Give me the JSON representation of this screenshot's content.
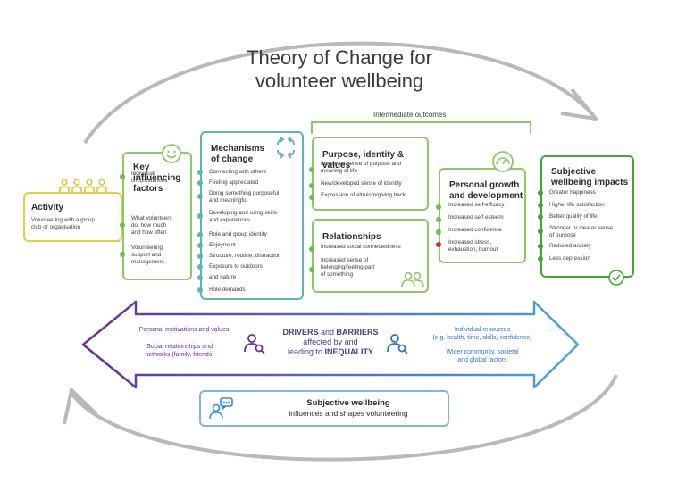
{
  "title": {
    "line1": "Theory of Change for",
    "line2": "volunteer wellbeing"
  },
  "intermediate_label": "Intermediate outcomes",
  "activity": {
    "title": "Activity",
    "text": [
      "Volunteering with a group,",
      "club or organisation"
    ]
  },
  "key_factors": {
    "title": [
      "Key",
      "influencing",
      "factors"
    ],
    "items": [
      [
        "Individual",
        "circumstances"
      ],
      [
        "What volunteers",
        "do, how much",
        "and how often"
      ],
      [
        "Volunteering",
        "support and",
        "management"
      ]
    ]
  },
  "mechanisms": {
    "title": [
      "Mechanisms",
      "of change"
    ],
    "items": [
      [
        "Connecting with others"
      ],
      [
        "Feeling appreciated"
      ],
      [
        "Doing something purposeful",
        "and meaningful"
      ],
      [
        "Developing and using skills",
        "and experiences"
      ],
      [
        "Role and group identity"
      ],
      [
        "Enjoyment"
      ],
      [
        "Structure, routine, distraction"
      ],
      [
        "Exposure to outdoors"
      ],
      [
        "and nature"
      ],
      [
        "Role demands"
      ]
    ]
  },
  "purpose": {
    "title": "Purpose, identity & values",
    "items": [
      [
        "Increased sense of purpose and",
        "meaning of life"
      ],
      [
        "New/developed sense of identity"
      ],
      [
        "Expression of altruism/giving back"
      ]
    ]
  },
  "relationships": {
    "title": "Relationships",
    "items": [
      [
        "Increased social connectedness"
      ],
      [
        "Increased sense of",
        "belonging/feeling part",
        "of something"
      ]
    ]
  },
  "personal_growth": {
    "title": [
      "Personal growth",
      "and development"
    ],
    "items": [
      [
        "Increased self-efficacy"
      ],
      [
        "Increased self esteem"
      ],
      [
        "Increased confidence"
      ],
      [
        "Increased stress,",
        "exhaustion, burnout"
      ]
    ]
  },
  "impacts": {
    "title": [
      "Subjective",
      "wellbeing impacts"
    ],
    "items": [
      [
        "Greater happiness"
      ],
      [
        "Higher life satisfaction"
      ],
      [
        "Better quality of life"
      ],
      [
        "Stronger or clearer sense",
        "of purpose"
      ],
      [
        "Reduced anxiety"
      ],
      [
        "Less depression"
      ]
    ]
  },
  "drivers": {
    "center": [
      "DRIVERS and BARRIERS",
      "affected by and",
      "leading to INEQUALITY"
    ],
    "center_bold_words": [
      "DRIVERS",
      "BARRIERS",
      "INEQUALITY"
    ],
    "left": [
      [
        "Personal motivations and values"
      ],
      [
        "Social relationships and",
        "networks (family, friends)"
      ]
    ],
    "right": [
      [
        "Individual resources",
        "(e.g. health, time, skills, confidence)"
      ],
      [
        "Wider community, societal",
        "and global factors"
      ]
    ]
  },
  "feedback": {
    "title": "Subjective wellbeing",
    "text": "influences and shapes volunteering"
  },
  "colors": {
    "green": "#6cbf4b",
    "box_border_green": "#8cc867",
    "teal": "#5fb3b8",
    "purple": "#6a2f96",
    "blue": "#2f73c6",
    "red": "#d7262b",
    "arc": "#b9b9b9"
  }
}
